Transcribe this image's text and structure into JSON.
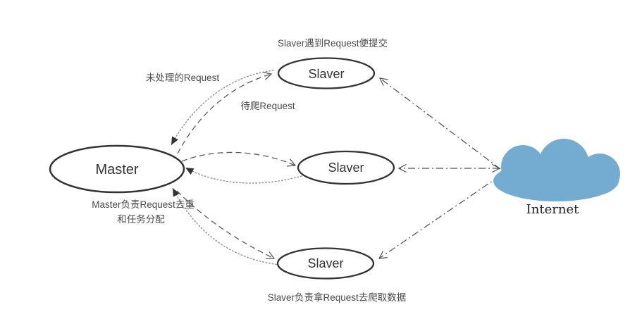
{
  "nodes": {
    "master": {
      "label": "Master"
    },
    "slaver_top": {
      "label": "Slaver"
    },
    "slaver_mid": {
      "label": "Slaver"
    },
    "slaver_bottom": {
      "label": "Slaver"
    },
    "internet": {
      "label": "Internet"
    }
  },
  "annotations": {
    "slaver_submit_note": "Slaver遇到Request便提交",
    "unprocessed_request_label": "未处理的Request",
    "pending_crawl_label": "待爬Request",
    "master_note_line1": "Master负责Request去重",
    "master_note_line2": "和任务分配",
    "slaver_crawl_note": "Slaver负责拿Request去爬取数据"
  },
  "edges": [
    {
      "from": "slaver_top",
      "to": "master",
      "style": "dotted",
      "arrowhead": "filled-at-master"
    },
    {
      "from": "master",
      "to": "slaver_top",
      "style": "dashed",
      "arrowhead": "open-at-slaver"
    },
    {
      "from": "slaver_mid",
      "to": "master",
      "style": "dotted",
      "arrowhead": "filled-at-master"
    },
    {
      "from": "master",
      "to": "slaver_mid",
      "style": "dashed",
      "arrowhead": "open-at-slaver"
    },
    {
      "from": "slaver_bottom",
      "to": "master",
      "style": "dotted",
      "arrowhead": "filled-at-master"
    },
    {
      "from": "master",
      "to": "slaver_bottom",
      "style": "dashed",
      "arrowhead": "open-at-slaver"
    },
    {
      "from": "internet",
      "to": "slaver_top",
      "style": "dashdot",
      "arrowhead": "open-at-slaver"
    },
    {
      "from": "internet",
      "to": "slaver_mid",
      "style": "dashdot",
      "arrowhead": "open-at-both-ends"
    },
    {
      "from": "internet",
      "to": "slaver_bottom",
      "style": "dashdot",
      "arrowhead": "open-at-slaver"
    }
  ],
  "colors": {
    "background": "#FFFFFF",
    "cloud_fill": "#74ACD1",
    "node_stroke": "#333333",
    "node_fill": "#FFFFFF",
    "node_text": "#333333",
    "dashed_line": "#595959",
    "dotted_line": "#8F8F8F",
    "dashdot_line": "#4D4D4D",
    "label_text": "#4A4A4A"
  }
}
